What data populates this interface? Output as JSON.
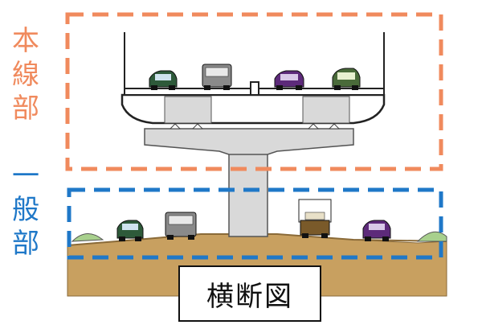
{
  "labels": {
    "main_line": [
      "本",
      "線",
      "部"
    ],
    "local_road": [
      "一",
      "般",
      "部"
    ]
  },
  "caption": "横断図",
  "colors": {
    "main_line": "#f08a5d",
    "local_road": "#1f78c8",
    "ground": "#c8a060",
    "structure": "#d9d9d9",
    "outline": "#333333",
    "shrub": "#a8d08d"
  }
}
